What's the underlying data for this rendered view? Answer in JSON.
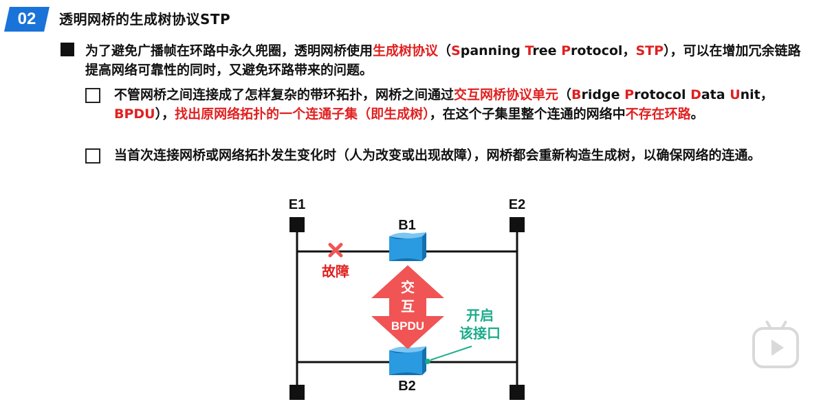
{
  "header": {
    "number": "02",
    "title": "透明网桥的生成树协议STP"
  },
  "bullet1": {
    "t1": "为了避免广播帧在环路中永久兜圈，透明网桥使用",
    "t2": "生成树协议",
    "t3": "（",
    "t4": "S",
    "t5": "panning ",
    "t6": "T",
    "t7": "ree ",
    "t8": "P",
    "t9": "rotocol，",
    "t10": "STP",
    "t11": "），可以在增加冗余链路提高网络可靠性的同时，又避免环路带来的问题。"
  },
  "bullet2": {
    "t1": "不管网桥之间连接成了怎样复杂的带环拓扑，网桥之间通过",
    "t2": "交互网桥协议单元",
    "t3": "（",
    "t4": "B",
    "t5": "ridge ",
    "t6": "P",
    "t7": "rotocol ",
    "t8": "D",
    "t9": "ata ",
    "t10": "U",
    "t11": "nit，",
    "t12": "BPDU",
    "t13": "），",
    "t14": "找出原网络拓扑的一个连通子集（即生成树）",
    "t15": "，在这个子集里整个连通的网络中",
    "t16": "不存在环路",
    "t17": "。"
  },
  "bullet3": {
    "text": "当首次连接网桥或网络拓扑发生变化时（人为改变或出现故障），网桥都会重新构造生成树，以确保网络的连通。"
  },
  "diagram": {
    "e1": "E1",
    "e2": "E2",
    "b1": "B1",
    "b2": "B2",
    "fault": "故障",
    "arrow_line1": "交",
    "arrow_line2": "互",
    "arrow_line3": "BPDU",
    "open_line1": "开启",
    "open_line2": "该接口"
  },
  "colors": {
    "accent_blue": "#1a73d9",
    "red": "#e02020",
    "green": "#1aab8a",
    "bridge_blue": "#1f8fd6"
  },
  "player": {
    "icon": "play-icon"
  }
}
